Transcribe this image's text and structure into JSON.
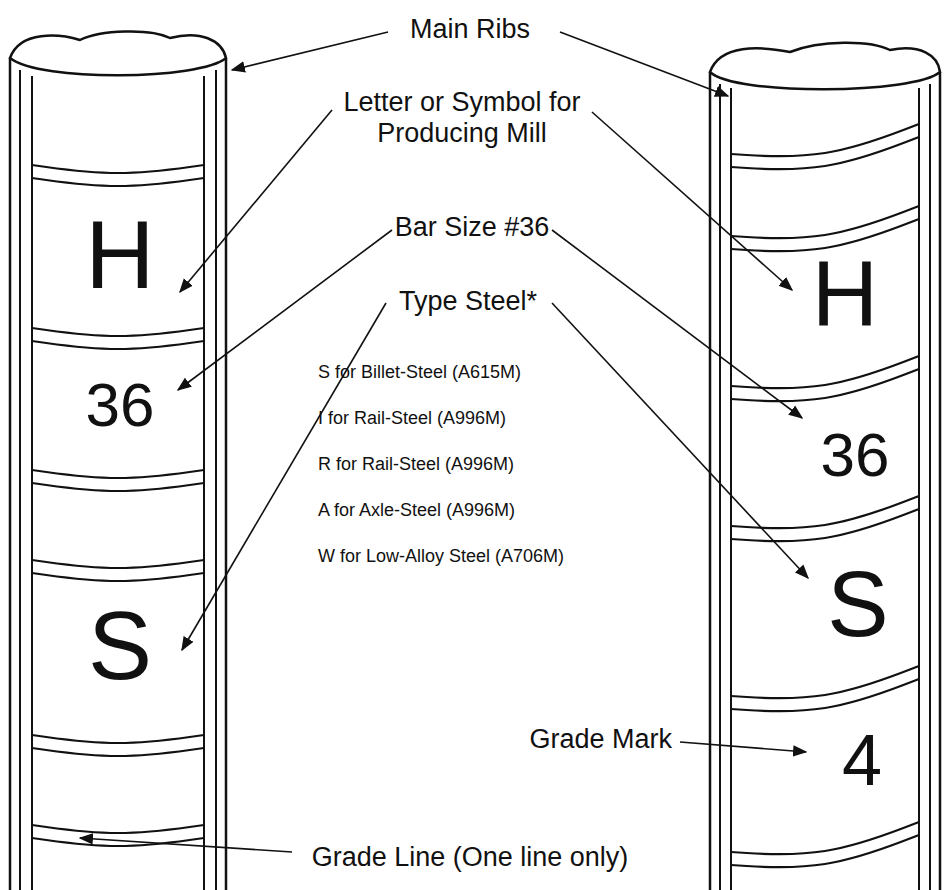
{
  "diagram": {
    "labels": [
      "Main Ribs",
      "Letter or Symbol for Producing Mill",
      "Bar Size #36",
      "Type Steel*",
      "S for Billet-Steel (A615M)",
      "I for Rail-Steel (A996M)",
      "R for Rail-Steel (A996M)",
      "A for Axle-Steel (A996M)",
      "W for Low-Alloy Steel (A706M)",
      "Grade Mark",
      "Grade Line (One line only)",
      "H",
      "36",
      "S",
      "H",
      "36",
      "S",
      "4"
    ]
  }
}
